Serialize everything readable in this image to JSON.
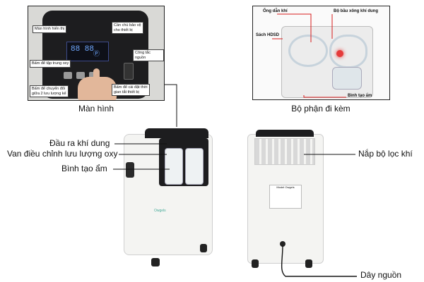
{
  "panels": {
    "screen": {
      "caption": "Màn hình",
      "display_logo": "Ⓟ",
      "callouts": {
        "display": "Màn hình hiển thị",
        "warning": "Cần chú bảo vệ\ncho thiết bị",
        "power": "Công tắc nguồn",
        "oxy": "Bấm để tập trung oxy",
        "switch_flow": "Bấm để chuyển đổi\ngiữa 2 lưu lượng kế",
        "timer": "Bấm để cài đặt thời\ngian tắt thiết bị"
      }
    },
    "accessories": {
      "caption": "Bộ phận đi kèm",
      "labels": {
        "tube": "Ống dẫn khí",
        "nebulizer": "Bộ bầu xông khí dung",
        "manual": "Sách HDSD",
        "humidifier": "Bình tạo ẩm"
      }
    }
  },
  "front_labels": {
    "outlet": "Đầu ra khí dung",
    "valve": "Van điều chỉnh lưu lượng oxy",
    "humidifier": "Bình tạo ẩm"
  },
  "back_labels": {
    "filter": "Nắp bộ lọc khí",
    "cord": "Dây nguồn"
  },
  "device": {
    "brand": "Owgels",
    "back_plate": "Model  Owgels"
  },
  "colors": {
    "red_line": "#d81c1c",
    "body": "#f4f4f2",
    "panel_dark": "#1d1d1f"
  }
}
